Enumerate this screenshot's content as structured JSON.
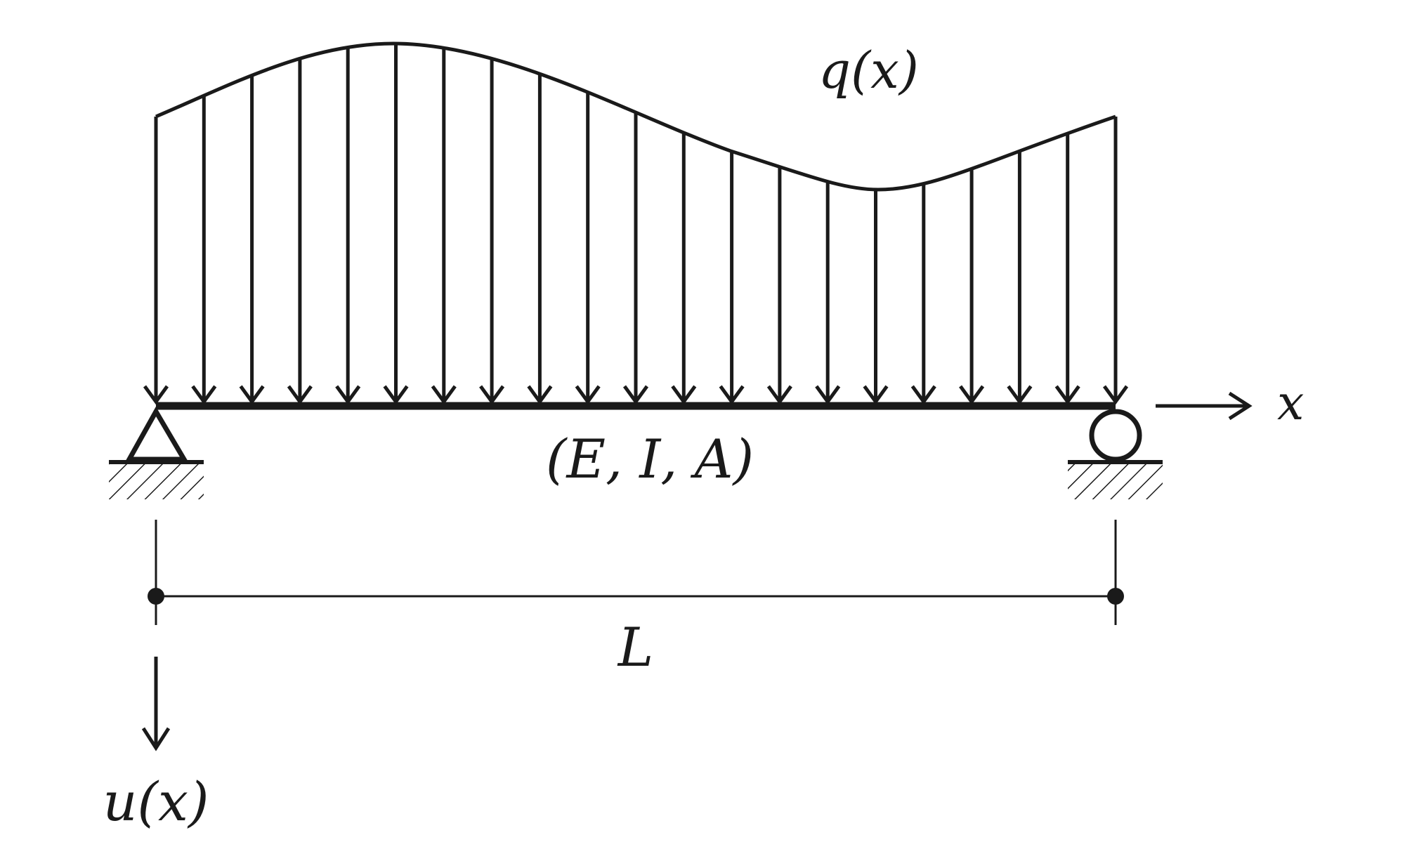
{
  "diagram": {
    "load_label": "q(x)",
    "properties_label": "(E, I, A)",
    "axis_label": "x",
    "length_label": "L",
    "deflection_label": "u(x)",
    "left_support": "pin-support",
    "right_support": "roller-support",
    "load_arrow_count": 21,
    "colors": {
      "stroke": "#1a1a1a",
      "background": "#ffffff"
    }
  }
}
